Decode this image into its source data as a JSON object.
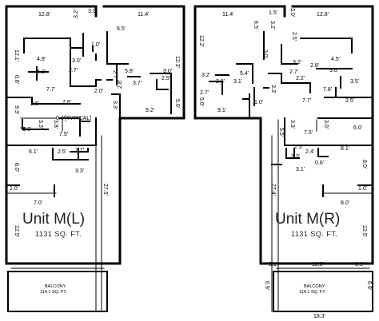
{
  "left_unit": {
    "title": "Unit M(L)",
    "area": "1131 SQ. FT.",
    "balcony_label": "BALCONY",
    "balcony_area": "114.1 SQ. FT.",
    "typical_note": "0.3'[TYPICAL]",
    "dims": [
      "12.8'",
      "3.2'",
      "3.0'",
      "11.4'",
      "6.5'",
      "1.0'",
      "12.3'",
      "12.1'",
      "4.9'",
      "3.0'",
      "4.3'",
      "2.7'",
      "0.8'",
      "5.8'",
      "3.0'",
      "7.7'",
      "2.0'",
      "2.7'",
      "2.8'",
      "3.7'",
      "2.5'",
      "2.5'",
      "7.8'",
      "9.3'",
      "3.3'",
      "9.2'",
      "5.0'",
      "3.3'",
      "3.8'",
      "6.0'",
      "7.5'",
      "6.1'",
      "2.5'",
      "2.7'",
      "3.3'",
      "8.0'",
      "1.0'",
      "7.0'",
      "27.5'",
      "12.5'"
    ]
  },
  "right_unit": {
    "title": "Unit M(R)",
    "area": "1131 SQ. FT.",
    "balcony_label": "BALCONY",
    "balcony_area": "114.1 SQ. FT.",
    "dims": [
      "11.4'",
      "1.5'",
      "3.0'",
      "12.8'",
      "6.5'",
      "3.2'",
      "12.2'",
      "2.5'",
      "3.2'",
      "2.8'",
      "5.4'",
      "2.7'",
      "3.0'",
      "4.5'",
      "2.8'",
      "3.6'",
      "3.2'",
      "2.7'",
      "3.1'",
      "2.2'",
      "3.5'",
      "1.0'",
      "9.1'",
      "7.7'",
      "7.8'",
      "3.3'",
      "2.5'",
      "5.0'",
      "7.5'",
      "3.0'",
      "3.3'",
      "6.0'",
      "5.5'",
      "2.5'",
      "8.1'",
      "2.4'",
      "3.3'",
      "3.1'",
      "0.6'",
      "8.0'",
      "27.4'",
      "1.0'",
      "8.0'",
      "12.5'",
      "3.1'",
      "12.0'",
      "3.1'",
      "6.9'",
      "6.9'",
      "18.3'"
    ]
  }
}
